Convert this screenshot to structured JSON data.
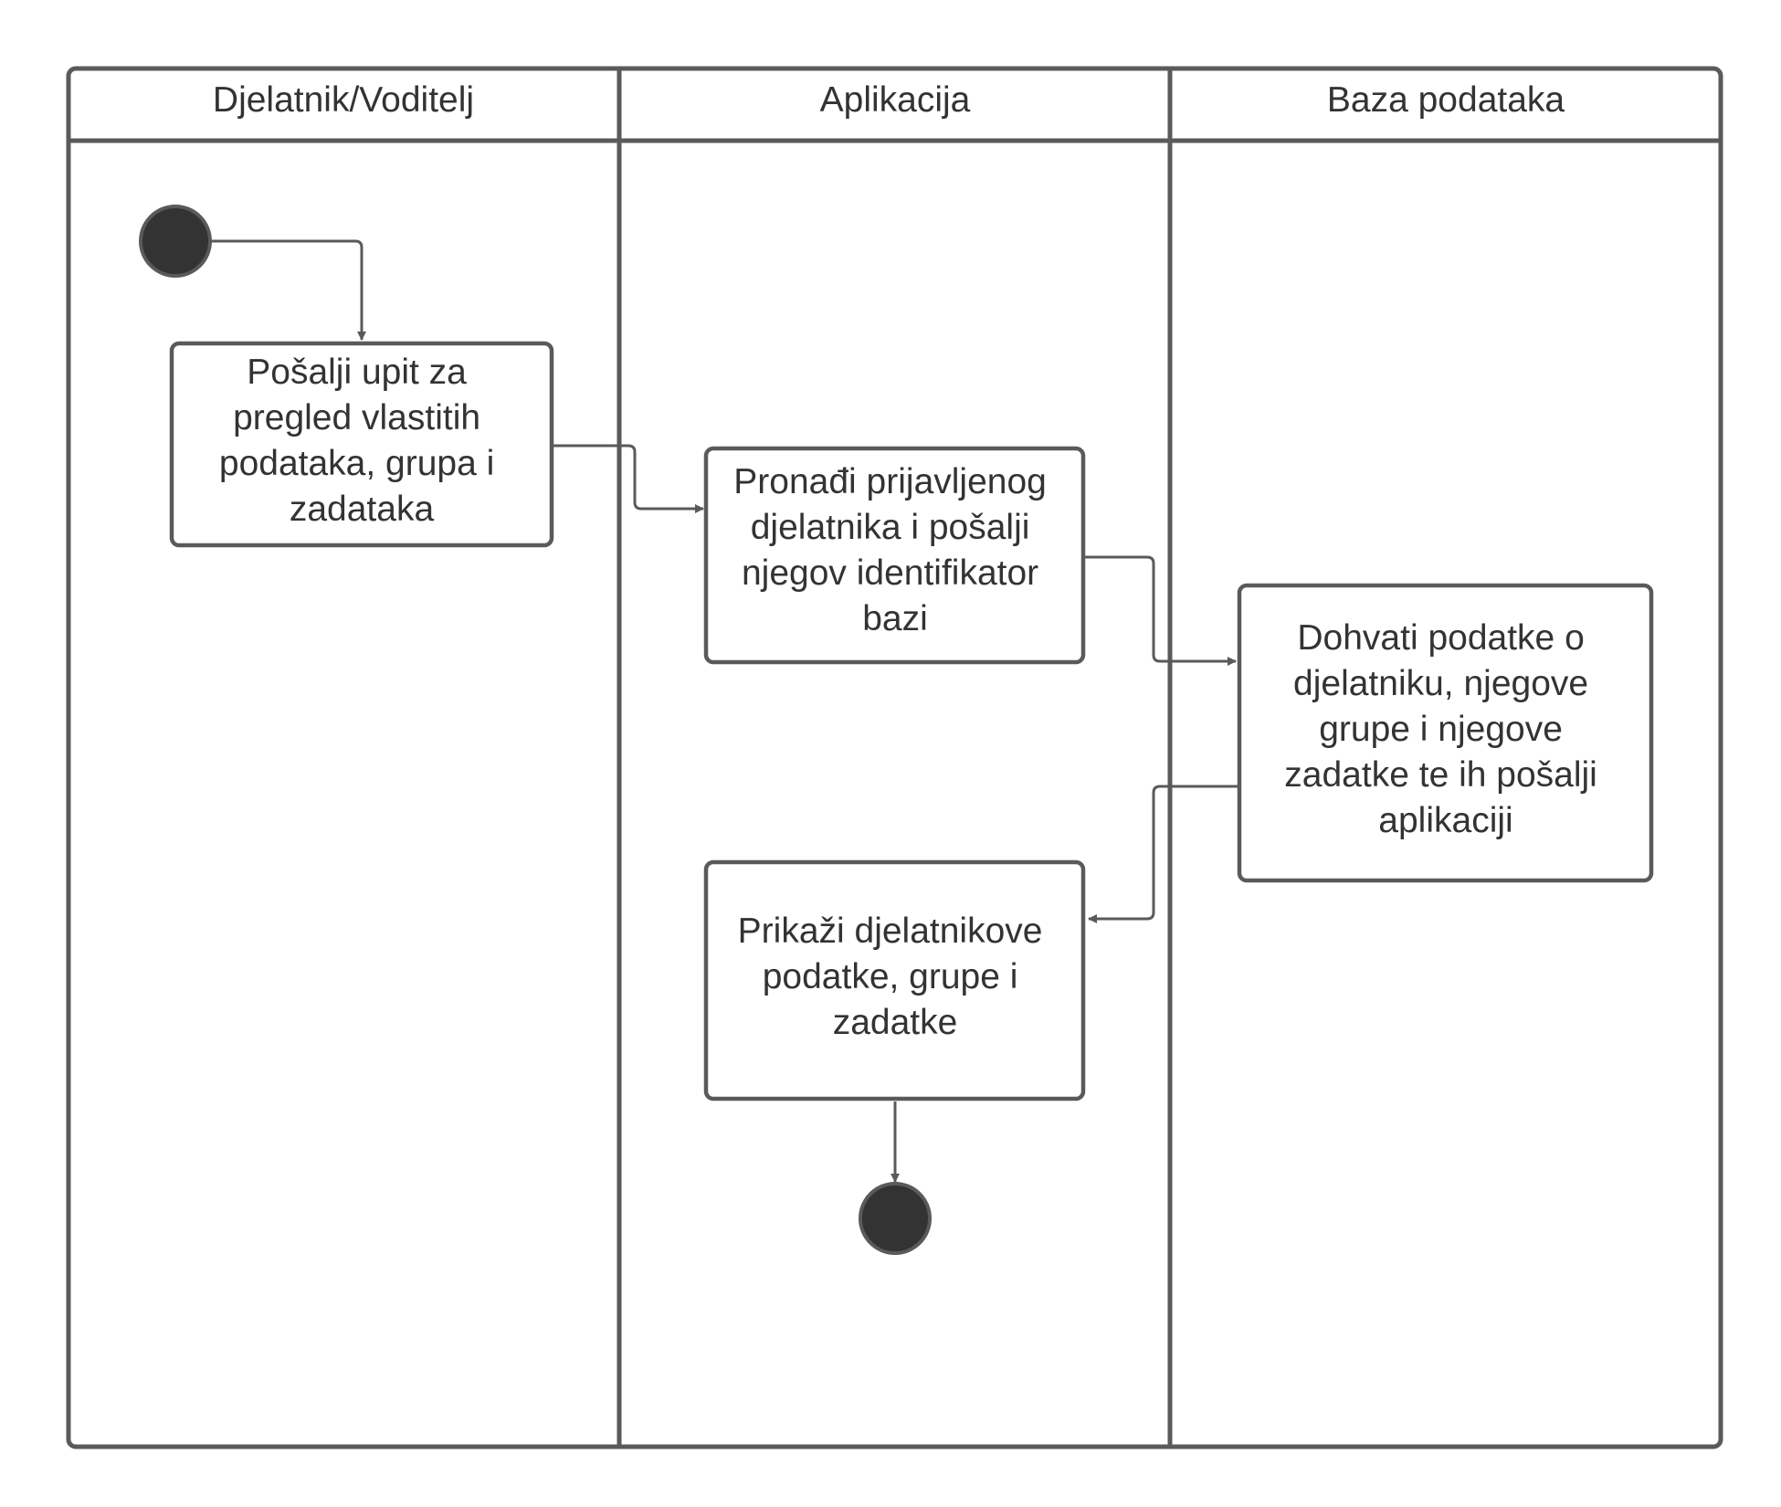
{
  "diagram": {
    "type": "uml-activity-swimlane",
    "lanes": [
      {
        "title": "Djelatnik/Voditelj"
      },
      {
        "title": "Aplikacija"
      },
      {
        "title": "Baza podataka"
      }
    ],
    "nodes": {
      "start": {
        "kind": "initial"
      },
      "send_query": {
        "kind": "action",
        "lines": [
          "Pošalji upit za",
          "pregled vlastitih",
          "podataka, grupa i",
          "zadataka"
        ]
      },
      "find_employee": {
        "kind": "action",
        "lines": [
          "Pronađi prijavljenog",
          "djelatnika i pošalji",
          "njegov identifikator",
          "bazi"
        ]
      },
      "fetch_data": {
        "kind": "action",
        "lines": [
          "Dohvati podatke o",
          "djelatniku, njegove",
          "grupe i njegove",
          "zadatke te ih pošalji",
          "aplikaciji"
        ]
      },
      "show_data": {
        "kind": "action",
        "lines": [
          "Prikaži djelatnikove",
          "podatke, grupe i",
          "zadatke"
        ]
      },
      "end": {
        "kind": "final"
      }
    },
    "edges": [
      {
        "from": "start",
        "to": "send_query"
      },
      {
        "from": "send_query",
        "to": "find_employee"
      },
      {
        "from": "find_employee",
        "to": "fetch_data"
      },
      {
        "from": "fetch_data",
        "to": "show_data"
      },
      {
        "from": "show_data",
        "to": "end"
      }
    ],
    "colors": {
      "stroke": "#5a5a5a",
      "text": "#333333",
      "terminal_fill": "#333333",
      "background": "#ffffff"
    }
  }
}
